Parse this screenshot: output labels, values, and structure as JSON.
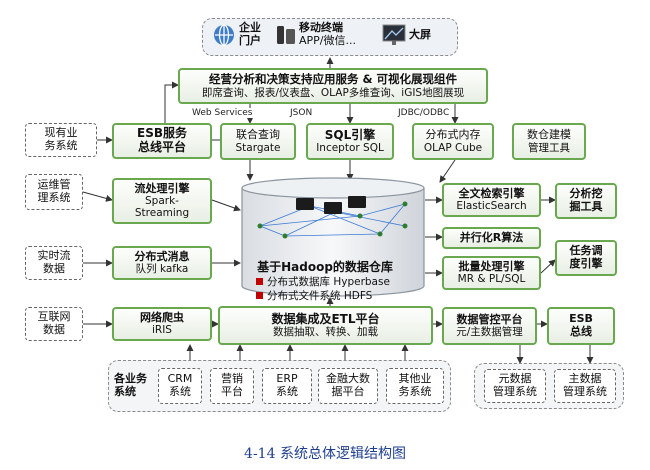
{
  "clients": {
    "portal": "企业\n门户",
    "mobile_title": "移动终端",
    "mobile_sub": "APP/微信...",
    "screen": "大屏"
  },
  "apps_layer": {
    "title": "经营分析和决策支持应用服务 & 可视化展现组件",
    "subtitle": "即席查询、报表/仪表盘、OLAP多维查询、iGIS地图展现"
  },
  "protocols": {
    "web_services": "Web Services",
    "json": "JSON",
    "jdbc": "JDBC/ODBC"
  },
  "engines": {
    "stargate": {
      "title": "联合查询",
      "sub": "Stargate"
    },
    "sql": {
      "title": "SQL引擎",
      "sub": "Inceptor SQL"
    },
    "olap": {
      "title": "分布式内存",
      "sub": "OLAP Cube"
    },
    "dw_tool": {
      "title": "数仓建模",
      "sub": "管理工具"
    }
  },
  "left": {
    "existing": "现有业\n务系统",
    "ops": "运维管\n理系统",
    "realtime": "实时流\n数据",
    "internet": "互联网\n数据",
    "esb": {
      "title": "ESB服务",
      "sub": "总线平台"
    },
    "stream": {
      "title": "流处理引擎",
      "sub": "Spark-\nStreaming"
    },
    "kafka": {
      "title": "分布式消息",
      "sub": "队列 kafka"
    },
    "crawler": {
      "title": "网络爬虫",
      "sub": "iRIS"
    }
  },
  "warehouse": {
    "title": "基于Hadoop的数据仓库",
    "items": [
      "分布式数据库 Hyperbase",
      "分布式文件系统 HDFS"
    ]
  },
  "right": {
    "search": {
      "title": "全文检索引擎",
      "sub": "ElasticSearch"
    },
    "mining": "分析挖\n掘工具",
    "r_algo": "并行化R算法",
    "batch": {
      "title": "批量处理引擎",
      "sub": "MR & PL/SQL"
    },
    "schedule": "任务调\n度引擎",
    "governance": {
      "title": "数据管控平台",
      "sub": "元/主数据管理"
    },
    "esb2": {
      "title": "ESB",
      "sub": "总线"
    }
  },
  "etl": {
    "title": "数据集成及ETL平台",
    "sub": "数据抽取、转换、加载"
  },
  "sources": {
    "label": "各业务\n系统",
    "items": [
      "CRM\n系统",
      "营销\n平台",
      "ERP\n系统",
      "金融大数\n据平台",
      "其他业\n务系统"
    ]
  },
  "meta": {
    "items": [
      "元数据\n管理系统",
      "主数据\n管理系统"
    ]
  },
  "caption": "4-14 系统总体逻辑结构图",
  "colors": {
    "green_border": "#6aa84f",
    "red_bullet": "#c00000",
    "caption": "#1f3f8f"
  }
}
